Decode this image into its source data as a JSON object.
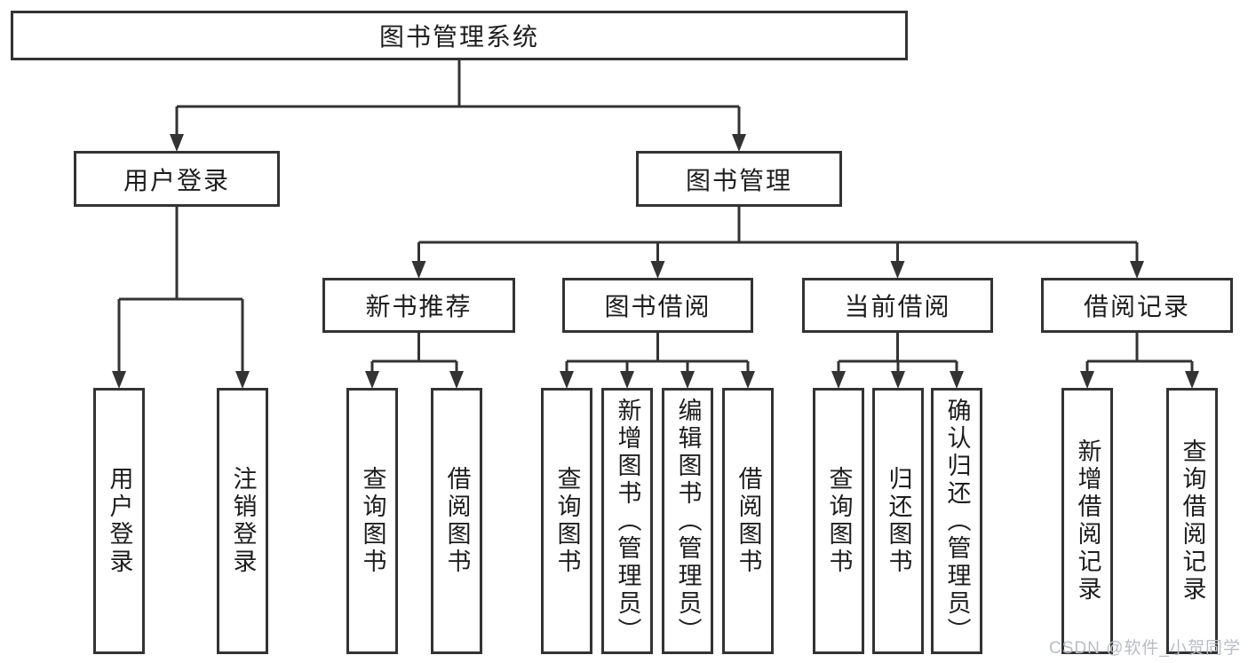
{
  "diagram": {
    "title": "图书管理系统",
    "watermark": "CSDN @软件_小贺同学",
    "colors": {
      "line": "#333333",
      "border": "#333333",
      "text": "#1d1d1f",
      "background": "#ffffff",
      "watermark": "#b9bdc4"
    },
    "nodes": [
      {
        "id": "root",
        "label": "图书管理系统",
        "level": "root"
      },
      {
        "id": "user-login",
        "label": "用户登录",
        "level": "branch"
      },
      {
        "id": "book-management",
        "label": "图书管理",
        "level": "branch"
      },
      {
        "id": "new-book-recommend",
        "label": "新书推荐",
        "level": "branch"
      },
      {
        "id": "book-borrowing",
        "label": "图书借阅",
        "level": "branch"
      },
      {
        "id": "current-borrowing",
        "label": "当前借阅",
        "level": "branch"
      },
      {
        "id": "borrowing-records",
        "label": "借阅记录",
        "level": "branch"
      },
      {
        "id": "leaf-user-login",
        "label": "用户登录",
        "level": "leaf"
      },
      {
        "id": "leaf-logout",
        "label": "注销登录",
        "level": "leaf"
      },
      {
        "id": "leaf-query-books-recommend",
        "label": "查询图书",
        "level": "leaf"
      },
      {
        "id": "leaf-borrow-books-recommend",
        "label": "借阅图书",
        "level": "leaf"
      },
      {
        "id": "leaf-query-books-borrowing",
        "label": "查询图书",
        "level": "leaf"
      },
      {
        "id": "leaf-add-books-admin",
        "label": "新增图书（管理员）",
        "level": "leaf"
      },
      {
        "id": "leaf-edit-books-admin",
        "label": "编辑图书（管理员）",
        "level": "leaf"
      },
      {
        "id": "leaf-borrow-books-borrowing",
        "label": "借阅图书",
        "level": "leaf"
      },
      {
        "id": "leaf-query-books-current",
        "label": "查询图书",
        "level": "leaf"
      },
      {
        "id": "leaf-return-books",
        "label": "归还图书",
        "level": "leaf"
      },
      {
        "id": "leaf-confirm-return-admin",
        "label": "确认归还（管理员）",
        "level": "leaf"
      },
      {
        "id": "leaf-add-borrow-record",
        "label": "新增借阅记录",
        "level": "leaf"
      },
      {
        "id": "leaf-query-borrow-record",
        "label": "查询借阅记录",
        "level": "leaf"
      }
    ],
    "edges": [
      {
        "parent": "root",
        "children": [
          "user-login",
          "book-management"
        ]
      },
      {
        "parent": "user-login",
        "children": [
          "leaf-user-login",
          "leaf-logout"
        ]
      },
      {
        "parent": "book-management",
        "children": [
          "new-book-recommend",
          "book-borrowing",
          "current-borrowing",
          "borrowing-records"
        ]
      },
      {
        "parent": "new-book-recommend",
        "children": [
          "leaf-query-books-recommend",
          "leaf-borrow-books-recommend"
        ]
      },
      {
        "parent": "book-borrowing",
        "children": [
          "leaf-query-books-borrowing",
          "leaf-add-books-admin",
          "leaf-edit-books-admin",
          "leaf-borrow-books-borrowing"
        ]
      },
      {
        "parent": "current-borrowing",
        "children": [
          "leaf-query-books-current",
          "leaf-return-books",
          "leaf-confirm-return-admin"
        ]
      },
      {
        "parent": "borrowing-records",
        "children": [
          "leaf-add-borrow-record",
          "leaf-query-borrow-record"
        ]
      }
    ]
  }
}
